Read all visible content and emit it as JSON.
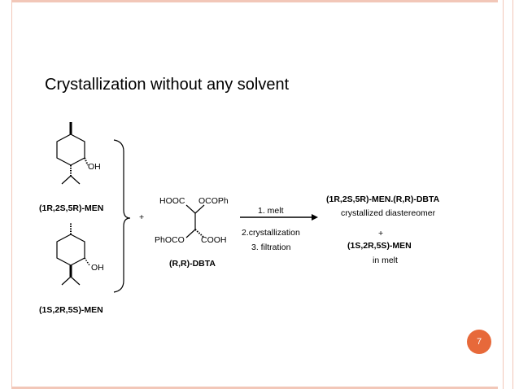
{
  "slide": {
    "title": "Crystallization without any solvent",
    "page_number": "7"
  },
  "scheme": {
    "menthol_1": {
      "oh_label": "OH",
      "name": "(1R,2S,5R)-MEN"
    },
    "menthol_2": {
      "oh_label": "OH",
      "name": "(1S,2R,5S)-MEN"
    },
    "plus_sign": "+",
    "dbta": {
      "hooc": "HOOC",
      "ocoph_top": "OCOPh",
      "phoco": "PhOCO",
      "cooh": "COOH",
      "name": "(R,R)-DBTA"
    },
    "steps": {
      "step1": "1. melt",
      "step2": "2.crystallization",
      "step3": "3. filtration"
    },
    "products": {
      "line1": "(1R,2S,5R)-MEN.(R,R)-DBTA",
      "line2": "crystallized diastereomer",
      "plus": "+",
      "line3": "(1S,2R,5S)-MEN",
      "line4": "in melt"
    }
  },
  "colors": {
    "accent": "#e7693a",
    "frame": "#f2c7b8"
  }
}
